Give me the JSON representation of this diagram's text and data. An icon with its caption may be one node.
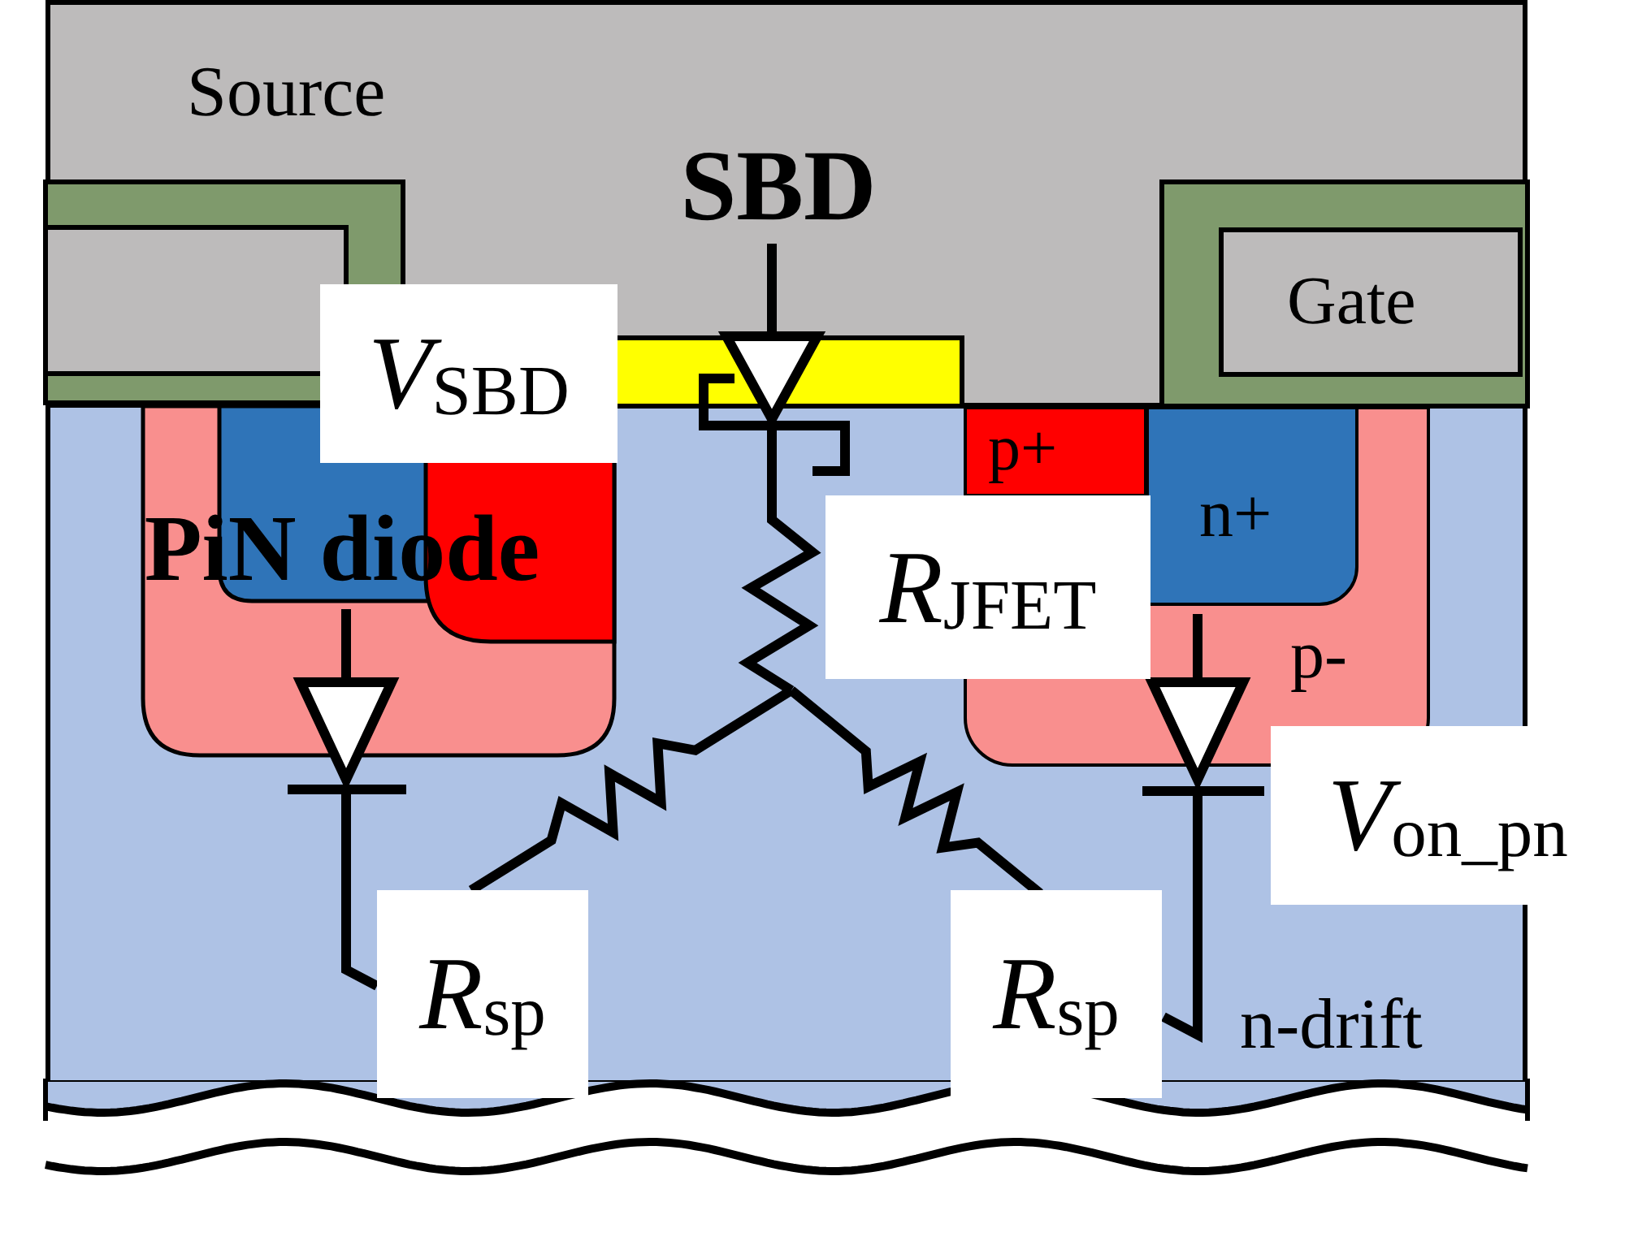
{
  "diagram": {
    "nodes": [
      {
        "text": [
          "Source"
        ]
      },
      {
        "text": [
          "Gate"
        ],
        "in": 0
      },
      {
        "text": [
          "n-drift"
        ]
      },
      {
        "text": [
          "p-"
        ],
        "in": 2
      },
      {
        "text": [
          "p+"
        ],
        "in": 3
      },
      {
        "text": [
          "n+"
        ],
        "in": 3
      }
    ],
    "labels": [
      "SBD",
      "PiN diode",
      "*V*$_{SBD}$",
      "*R*$_{JFET}$",
      "*V*$_{on_pn}$",
      "*R*$_{sp}$",
      "*R*$_{sp}$"
    ]
  }
}
